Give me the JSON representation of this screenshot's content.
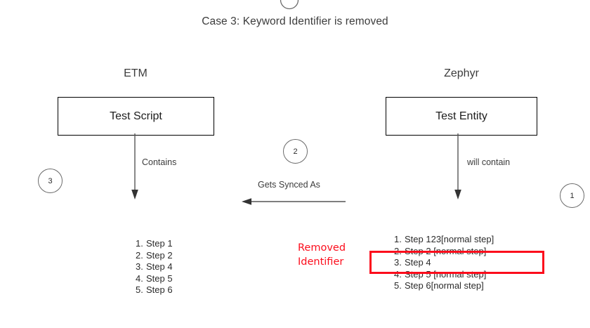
{
  "title": "Case 3: Keyword Identifier is removed",
  "columns": {
    "left": {
      "header": "ETM",
      "box_label": "Test Script",
      "edge_label": "Contains"
    },
    "right": {
      "header": "Zephyr",
      "box_label": "Test Entity",
      "edge_label": "will contain"
    }
  },
  "center": {
    "sync_label": "Gets Synced As"
  },
  "markers": {
    "top_partial": "",
    "left": "3",
    "center": "2",
    "right": "1"
  },
  "left_steps": [
    {
      "num": "1.",
      "text": "Step 1"
    },
    {
      "num": "2.",
      "text": "Step 2"
    },
    {
      "num": "3.",
      "text": "Step 4"
    },
    {
      "num": "4.",
      "text": "Step 5"
    },
    {
      "num": "5.",
      "text": "Step 6"
    }
  ],
  "right_steps": [
    {
      "num": "1.",
      "text": "Step 123[normal step]"
    },
    {
      "num": "2.",
      "text": "Step 2 [normal step]"
    },
    {
      "num": "3.",
      "text": "Step 4"
    },
    {
      "num": "4.",
      "text": "Step 5 [normal step]"
    },
    {
      "num": "5.",
      "text": "Step 6[normal step]"
    }
  ],
  "annotation": {
    "line1": "Removed",
    "line2": "Identifier"
  },
  "colors": {
    "highlight": "#fc0d1c",
    "stroke": "#000000",
    "arrow": "#555555",
    "circle": "#6b6b6b",
    "text": "#2b2b2b"
  }
}
